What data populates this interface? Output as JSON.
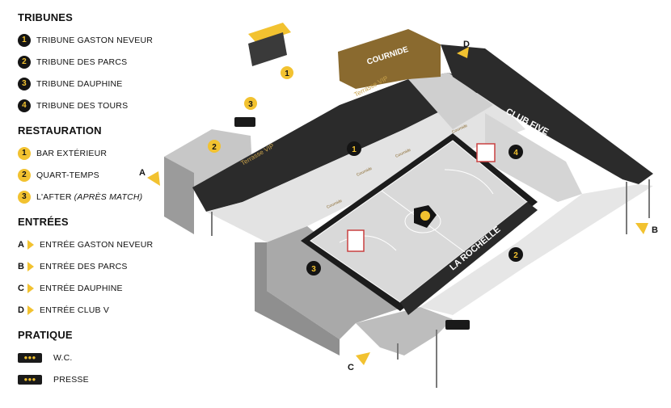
{
  "legend": {
    "tribunes": {
      "title": "TRIBUNES",
      "items": [
        {
          "num": "1",
          "label": "TRIBUNE GASTON NEVEUR"
        },
        {
          "num": "2",
          "label": "TRIBUNE DES PARCS"
        },
        {
          "num": "3",
          "label": "TRIBUNE DAUPHINE"
        },
        {
          "num": "4",
          "label": "TRIBUNE DES TOURS"
        }
      ]
    },
    "restauration": {
      "title": "RESTAURATION",
      "items": [
        {
          "num": "1",
          "label": "BAR EXTÉRIEUR",
          "note": ""
        },
        {
          "num": "2",
          "label": "QUART-TEMPS",
          "note": ""
        },
        {
          "num": "3",
          "label": "L'AFTER",
          "note": "(APRÈS MATCH)"
        }
      ]
    },
    "entrees": {
      "title": "ENTRÉES",
      "items": [
        {
          "letter": "A",
          "label": "ENTRÉE GASTON NEVEUR"
        },
        {
          "letter": "B",
          "label": "ENTRÉE DES PARCS"
        },
        {
          "letter": "C",
          "label": "ENTRÉE DAUPHINE"
        },
        {
          "letter": "D",
          "label": "ENTRÉE CLUB V"
        }
      ]
    },
    "pratique": {
      "title": "PRATIQUE",
      "items": [
        {
          "icon": "wc-icon",
          "label": "W.C."
        },
        {
          "icon": "press-icon",
          "label": "PRESSE"
        }
      ]
    }
  },
  "map": {
    "court_text": "LA ROCHELLE",
    "terrasse_1": "Terrasse VIP",
    "terrasse_2": "Terrasse VIP",
    "sponsor": "COURNIDE",
    "club": "CLUB FIVE",
    "board_1": "Cournide",
    "board_2": "Cournide",
    "board_3": "Cournide",
    "board_4": "Cournide",
    "markers": {
      "t1": "1",
      "t2": "2",
      "t3": "3",
      "t4": "4",
      "r1": "1",
      "r2": "2",
      "r3": "3",
      "eA": "A",
      "eB": "B",
      "eC": "C",
      "eD": "D"
    }
  },
  "colors": {
    "accent": "#f2c230",
    "dark": "#141414",
    "floor": "#d9d9d9"
  }
}
